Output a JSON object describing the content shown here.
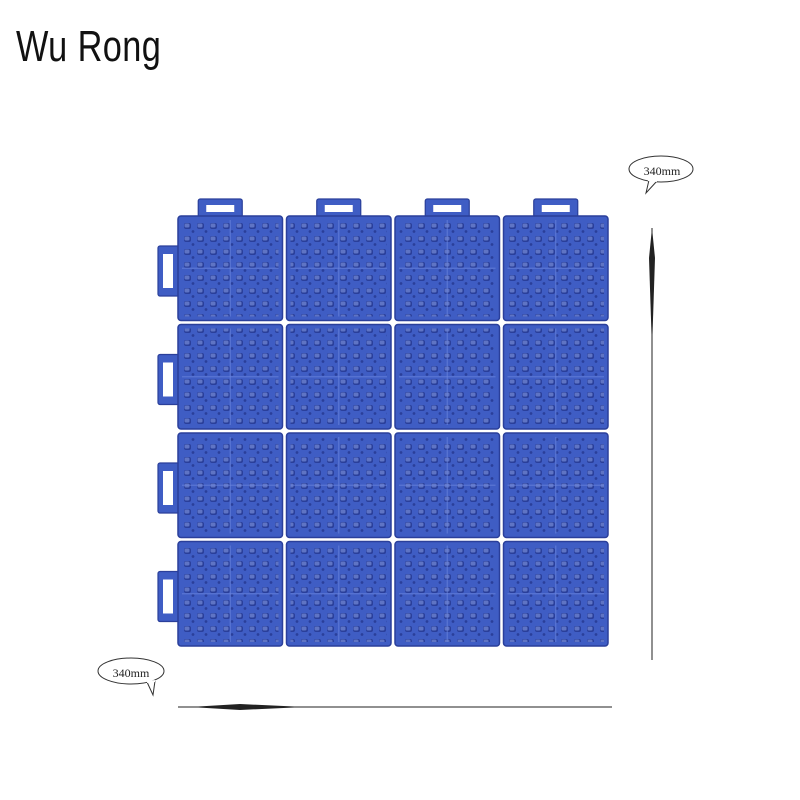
{
  "brand": {
    "name": "Wu Rong"
  },
  "dimensions": {
    "height_label": "340mm",
    "width_label": "340mm"
  },
  "product": {
    "grid_rows": 4,
    "grid_cols": 4,
    "color": "#3f5dc4",
    "shadow_color": "#2a3f9a",
    "highlight_color": "#6c86de"
  }
}
